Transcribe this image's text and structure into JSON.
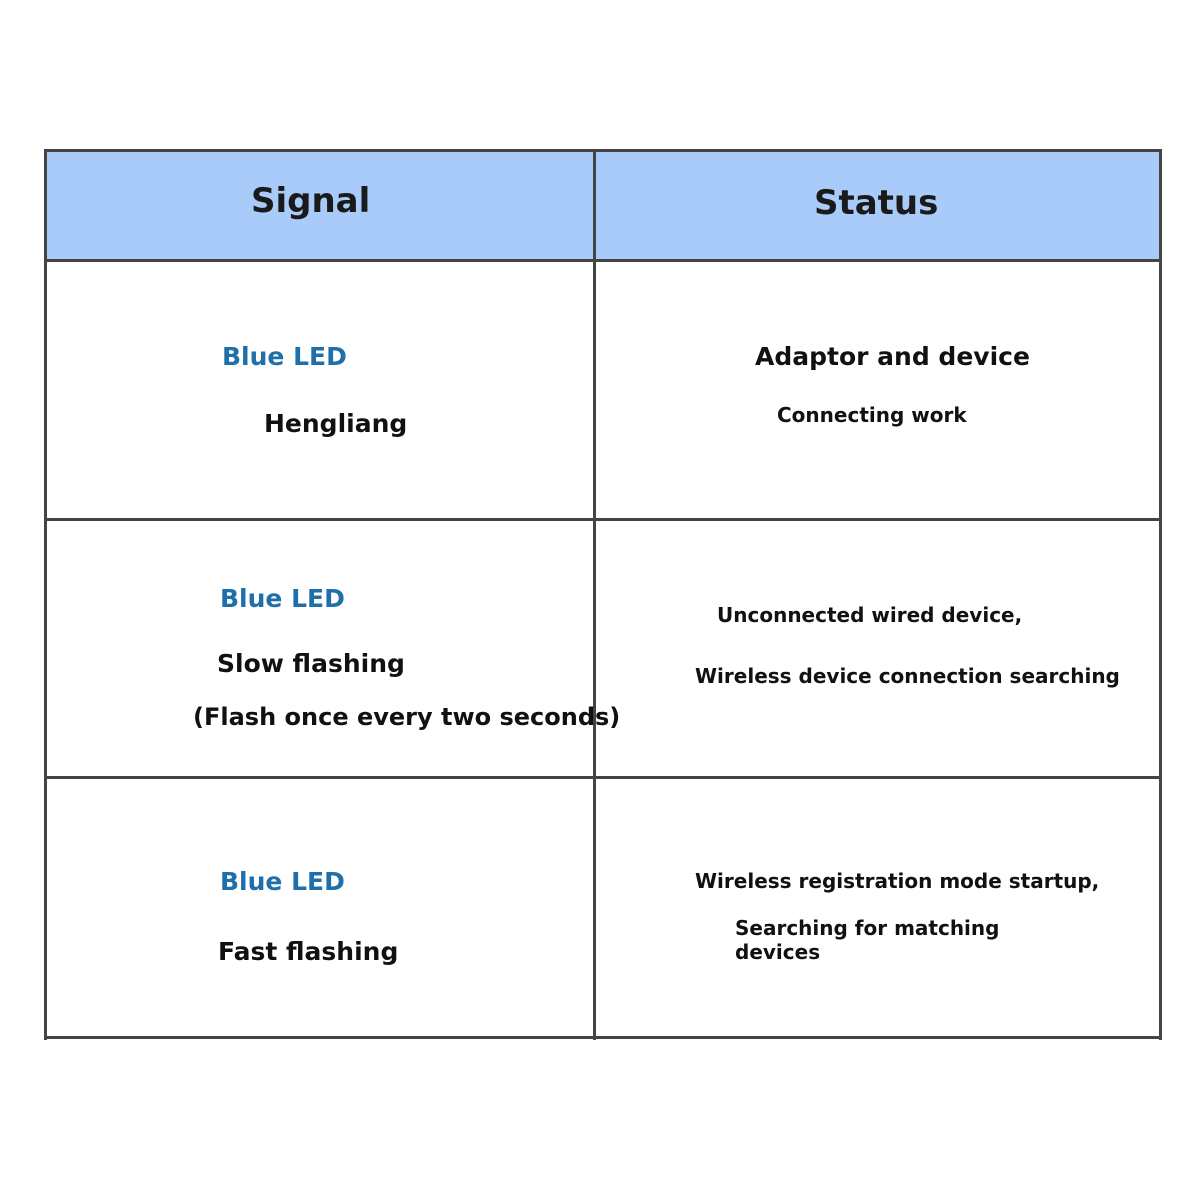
{
  "table": {
    "headers": {
      "signal": "Signal",
      "status": "Status"
    },
    "rows": [
      {
        "signal_color": "Blue LED",
        "signal_mode": "Hengliang",
        "status_line1": "Adaptor and device",
        "status_line2": "Connecting work"
      },
      {
        "signal_color": "Blue LED",
        "signal_mode": "Slow flashing",
        "signal_note": "(Flash once every two seconds)",
        "status_line1": "Unconnected wired device,",
        "status_line2": "Wireless device connection searching"
      },
      {
        "signal_color": "Blue LED",
        "signal_mode": "Fast flashing",
        "status_line1": "Wireless registration mode startup,",
        "status_line2a": "Searching for matching",
        "status_line2b": "devices"
      }
    ],
    "colors": {
      "header_background": "#a8cbfa",
      "led_text": "#1f6fab",
      "border": "#444444"
    }
  }
}
